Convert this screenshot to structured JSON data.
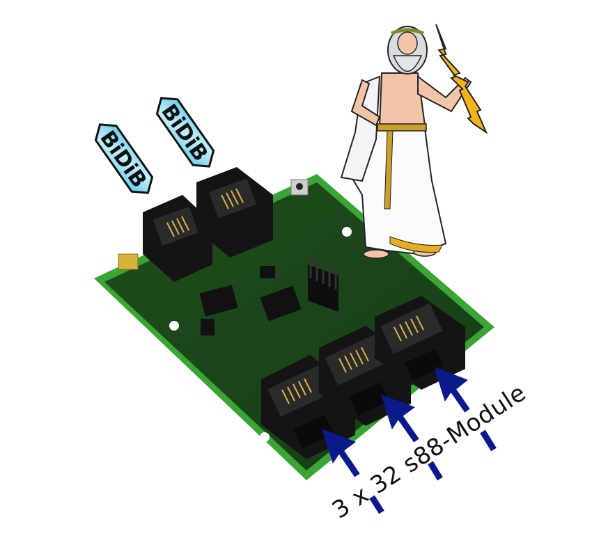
{
  "labels": {
    "bidib_left": "BiDiB",
    "bidib_right": "BiDiB",
    "caption": "3 x 32 s88-Module"
  },
  "colors": {
    "pcb_green": "#1e4a1c",
    "pcb_edge_green": "#2f9a2a",
    "connector_black": "#141414",
    "arrow_blue": "#0a1a8c",
    "bidib_fill": "#a8e4f5",
    "bolt_yellow": "#f5b318"
  }
}
